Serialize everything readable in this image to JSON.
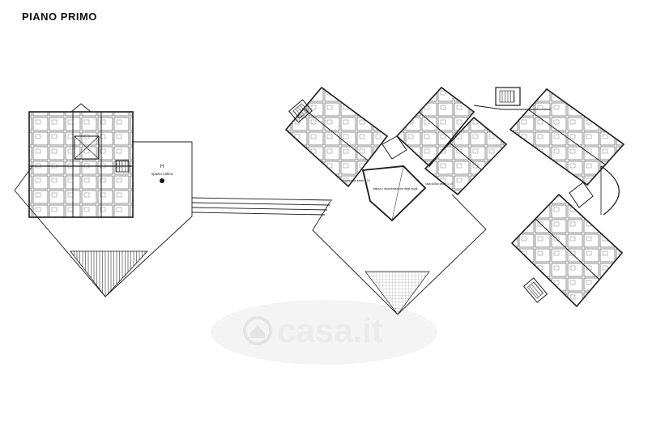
{
  "title": "PIANO PRIMO",
  "labels": {
    "h_letter": "H",
    "spazio_calmo": "spazio calmo",
    "room_small_a": "sala scolto sedie 1 10",
    "room_center": "attesa e deambulazione degli ospiti",
    "room_small_b": "sala scolto sedie 1 10"
  },
  "watermark": "casa.it",
  "colors": {
    "line": "#1a1a1a",
    "watermark": "#e9e9e9"
  }
}
